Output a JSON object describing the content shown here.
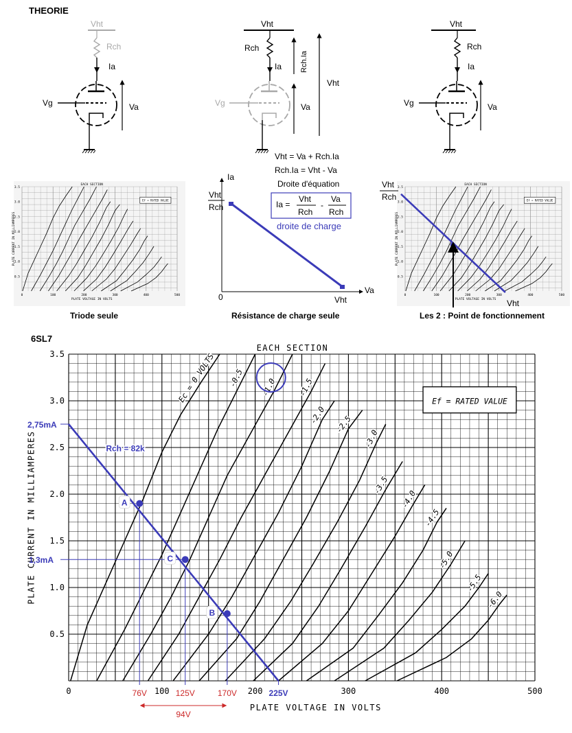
{
  "title": "THEORIE",
  "colors": {
    "accent": "#3b3bb8",
    "red": "#cc2a2a",
    "faded": "#a8a8a8"
  },
  "schematics": {
    "vht": "Vht",
    "rch": "Rch",
    "ia": "Ia",
    "va": "Va",
    "vg": "Vg",
    "rch_ia": "Rch.Ia"
  },
  "equations": {
    "line1": "Vht = Va + Rch.Ia",
    "line2": "Rch.Ia = Vht - Va",
    "line3": "Droite d'équation",
    "formula_lhs": "Ia =",
    "frac1_num": "Vht",
    "frac1_den": "Rch",
    "minus": "-",
    "frac2_num": "Va",
    "frac2_den": "Rch",
    "caption": "droite de charge"
  },
  "mini_charts": {
    "header": "EACH SECTION",
    "legend": "Ef = RATED VALUE",
    "ylabel": "PLATE CURRENT IN MILLIAMPERES",
    "xlabel": "PLATE VOLTAGE IN VOLTS",
    "x_ticks": [
      "0",
      "100",
      "200",
      "300",
      "400",
      "500"
    ],
    "y_ticks": [
      "3.5",
      "3.0",
      "2.5",
      "2.0",
      "1.5",
      "1.0",
      "0.5"
    ]
  },
  "load_line_axes": {
    "ia": "Ia",
    "va": "Va",
    "origin": "0",
    "vht": "Vht",
    "vht_over": "Vht",
    "rch_under": "Rch"
  },
  "captions": {
    "triode": "Triode seule",
    "resistance": "Résistance de charge seule",
    "both": "Les 2 : Point de fonctionnement"
  },
  "main_chart_title": "6SL7",
  "chart_data": {
    "type": "line",
    "header": "EACH SECTION",
    "legend": "Ef = RATED VALUE",
    "ylabel": "PLATE CURRENT IN MILLIAMPERES",
    "xlabel": "PLATE VOLTAGE IN VOLTS",
    "xlim": [
      0,
      500
    ],
    "ylim": [
      0,
      3.5
    ],
    "x_ticks": [
      "0",
      "100",
      "200",
      "300",
      "400",
      "500"
    ],
    "y_ticks": [
      "3.5",
      "3.0",
      "2.5",
      "2.0",
      "1.5",
      "1.0",
      "0.5"
    ],
    "grid": true,
    "curve_labels": [
      "Ec = 0 VOLTS",
      "-0.5",
      "-1.0",
      "-1.5",
      "-2.0",
      "-2.5",
      "-3.0",
      "-3.5",
      "-4.0",
      "-4.5",
      "-5.0",
      "-5.5",
      "-6.0"
    ],
    "series_points": [
      {
        "label": "Ec = 0 VOLTS",
        "x": [
          2,
          20,
          40,
          60,
          80,
          100,
          120,
          142,
          162
        ],
        "y": [
          0,
          0.6,
          1.05,
          1.5,
          1.95,
          2.45,
          2.85,
          3.2,
          3.5
        ]
      },
      {
        "label": "-0.5",
        "x": [
          30,
          60,
          80,
          100,
          120,
          140,
          160,
          185,
          200
        ],
        "y": [
          0,
          0.55,
          0.95,
          1.35,
          1.8,
          2.25,
          2.7,
          3.2,
          3.5
        ]
      },
      {
        "label": "-1.0",
        "x": [
          58,
          88,
          110,
          130,
          150,
          170,
          195,
          220,
          240
        ],
        "y": [
          0,
          0.5,
          0.9,
          1.3,
          1.75,
          2.2,
          2.65,
          3.1,
          3.5
        ]
      },
      {
        "label": "-1.5",
        "x": [
          85,
          118,
          140,
          162,
          185,
          210,
          235,
          260,
          275
        ],
        "y": [
          0,
          0.5,
          0.9,
          1.3,
          1.75,
          2.2,
          2.65,
          3.1,
          3.4
        ]
      },
      {
        "label": "-2.0",
        "x": [
          112,
          150,
          175,
          200,
          225,
          250,
          272,
          285
        ],
        "y": [
          0,
          0.5,
          0.9,
          1.35,
          1.8,
          2.3,
          2.8,
          3.0
        ]
      },
      {
        "label": "-2.5",
        "x": [
          140,
          180,
          205,
          230,
          255,
          280,
          300,
          315
        ],
        "y": [
          0,
          0.45,
          0.85,
          1.3,
          1.75,
          2.25,
          2.7,
          2.9
        ]
      },
      {
        "label": "-3.0",
        "x": [
          168,
          210,
          238,
          262,
          288,
          312,
          330,
          340
        ],
        "y": [
          0,
          0.45,
          0.85,
          1.25,
          1.7,
          2.15,
          2.55,
          2.75
        ]
      },
      {
        "label": "-3.5",
        "x": [
          198,
          240,
          268,
          292,
          318,
          340,
          358
        ],
        "y": [
          0,
          0.4,
          0.8,
          1.2,
          1.65,
          2.05,
          2.35
        ]
      },
      {
        "label": "-4.0",
        "x": [
          225,
          272,
          300,
          325,
          350,
          370,
          382
        ],
        "y": [
          0,
          0.4,
          0.75,
          1.15,
          1.55,
          1.9,
          2.1
        ]
      },
      {
        "label": "-4.5",
        "x": [
          255,
          305,
          332,
          358,
          380,
          395,
          405
        ],
        "y": [
          0,
          0.35,
          0.7,
          1.05,
          1.4,
          1.7,
          1.85
        ]
      },
      {
        "label": "-5.0",
        "x": [
          285,
          338,
          365,
          390,
          410,
          425
        ],
        "y": [
          0,
          0.35,
          0.65,
          0.95,
          1.25,
          1.5
        ]
      },
      {
        "label": "-5.5",
        "x": [
          318,
          372,
          400,
          425,
          440,
          450
        ],
        "y": [
          0,
          0.3,
          0.55,
          0.8,
          1.0,
          1.15
        ]
      },
      {
        "label": "-6.0",
        "x": [
          352,
          405,
          432,
          450,
          462,
          470
        ],
        "y": [
          0,
          0.25,
          0.45,
          0.65,
          0.82,
          0.92
        ]
      }
    ],
    "load_line": {
      "label": "Rch = 82k",
      "x": [
        0,
        225
      ],
      "y": [
        2.75,
        0
      ]
    },
    "points": [
      {
        "label": "A",
        "x": 76,
        "y": 1.9
      },
      {
        "label": "B",
        "x": 170,
        "y": 0.72
      },
      {
        "label": "C",
        "x": 125,
        "y": 1.3
      }
    ],
    "annotations": {
      "y_2_75": "2,75mA",
      "y_1_3": "1,3mA",
      "x_76": "76V",
      "x_125": "125V",
      "x_170": "170V",
      "x_225": "225V",
      "delta": "94V"
    }
  }
}
